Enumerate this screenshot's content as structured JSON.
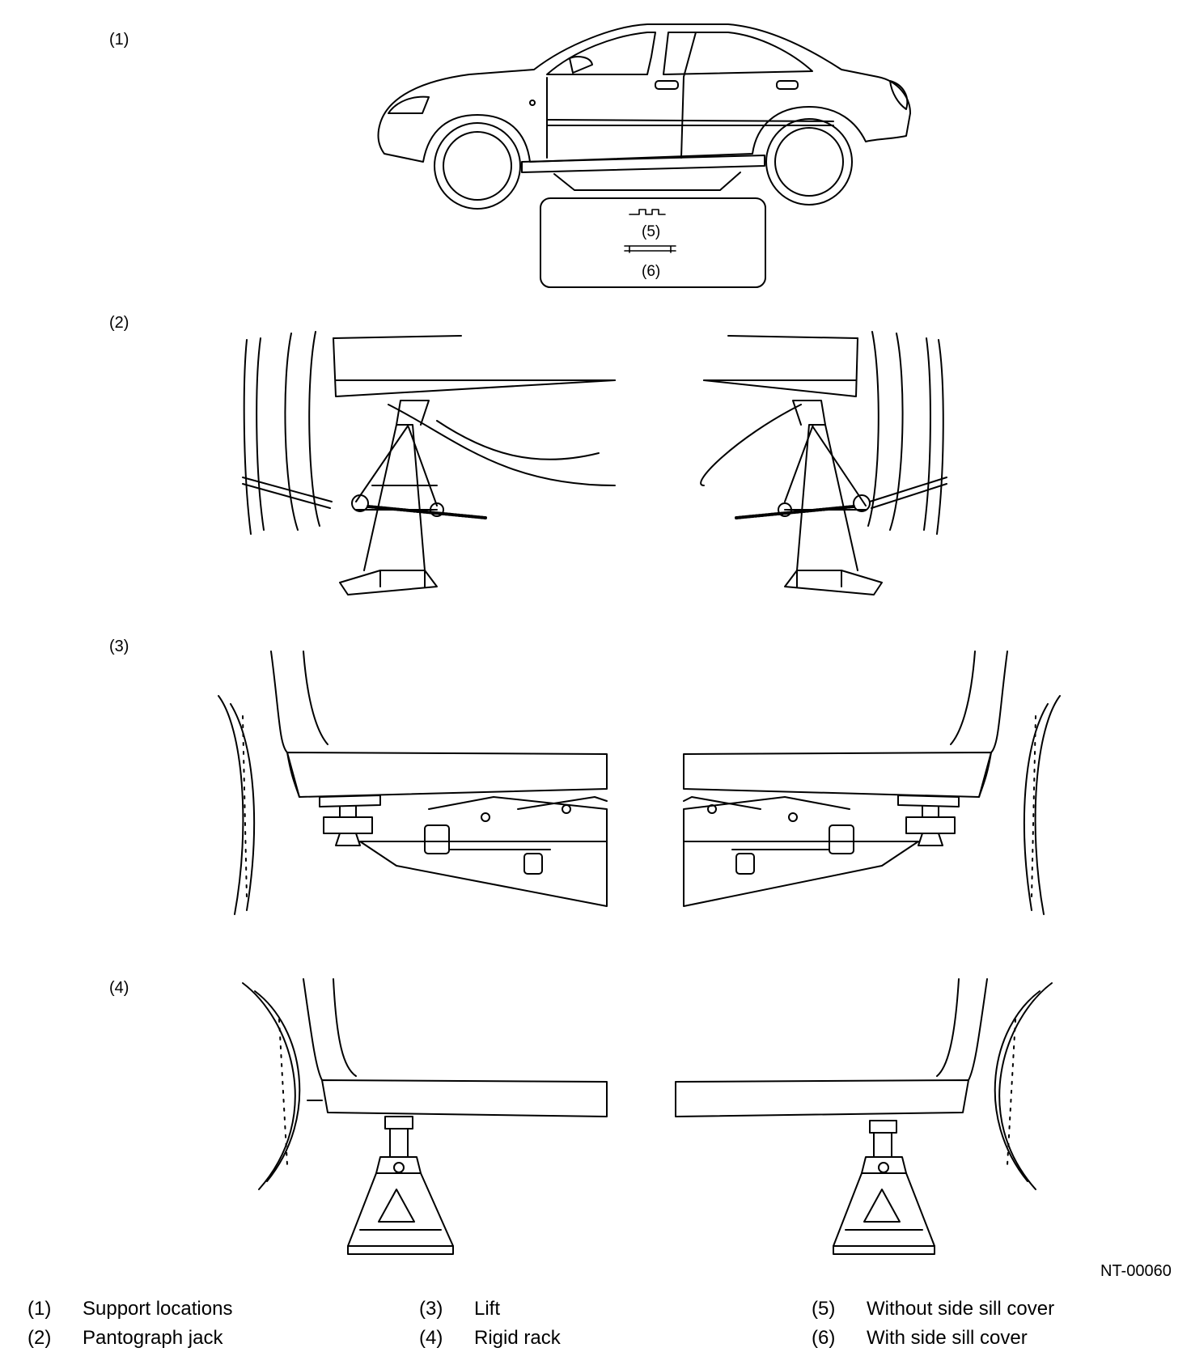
{
  "panels": [
    {
      "label": "(1)"
    },
    {
      "label": "(2)"
    },
    {
      "label": "(3)"
    },
    {
      "label": "(4)"
    }
  ],
  "callouts": {
    "without_cover": "(5)",
    "with_cover": "(6)"
  },
  "figure_id": "NT-00060",
  "legend": [
    {
      "num": "(1)",
      "text": "Support locations"
    },
    {
      "num": "(2)",
      "text": "Pantograph jack"
    },
    {
      "num": "(3)",
      "text": "Lift"
    },
    {
      "num": "(4)",
      "text": "Rigid rack"
    },
    {
      "num": "(5)",
      "text": "Without side sill cover"
    },
    {
      "num": "(6)",
      "text": "With side sill cover"
    }
  ]
}
